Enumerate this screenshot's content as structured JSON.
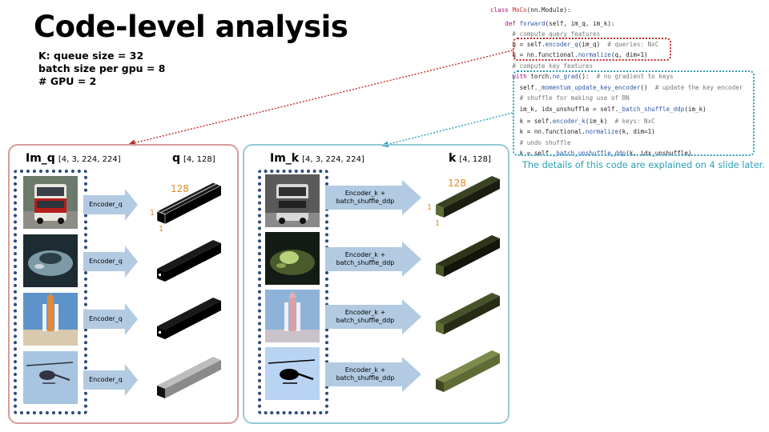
{
  "slide": {
    "title": "Code-level analysis",
    "params": [
      "K: queue size = 32",
      "batch size per gpu = 8",
      "# GPU = 2"
    ]
  },
  "code": {
    "lines": [
      [
        {
          "t": "class ",
          "c": "kw"
        },
        {
          "t": "MoCo",
          "c": "cls"
        },
        {
          "t": "(nn.Module):",
          "c": ""
        }
      ],
      [
        {
          "t": "    def ",
          "c": "kw"
        },
        {
          "t": "forward",
          "c": "fn"
        },
        {
          "t": "(self, im_q, im_k):",
          "c": ""
        }
      ],
      [
        {
          "t": "      # compute query features",
          "c": "cm"
        }
      ],
      [
        {
          "t": "      q = self.",
          "c": ""
        },
        {
          "t": "encoder_q",
          "c": "fn"
        },
        {
          "t": "(im_q)  ",
          "c": ""
        },
        {
          "t": "# queries: NxC",
          "c": "cm"
        }
      ],
      [
        {
          "t": "      q = nn.functional.",
          "c": ""
        },
        {
          "t": "normalize",
          "c": "fn"
        },
        {
          "t": "(q, dim=1)",
          "c": ""
        }
      ],
      [
        {
          "t": "      # compute key features",
          "c": "cm"
        }
      ],
      [
        {
          "t": "      with ",
          "c": "kw"
        },
        {
          "t": "torch.",
          "c": ""
        },
        {
          "t": "no_grad",
          "c": "fn"
        },
        {
          "t": "():  ",
          "c": ""
        },
        {
          "t": "# no gradient to keys",
          "c": "cm"
        }
      ],
      [
        {
          "t": "        self.",
          "c": ""
        },
        {
          "t": "_momentum_update_key_encoder",
          "c": "fn"
        },
        {
          "t": "()  ",
          "c": ""
        },
        {
          "t": "# update the key encoder",
          "c": "cm"
        }
      ],
      [
        {
          "t": "        # shuffle for making use of BN",
          "c": "cm"
        }
      ],
      [
        {
          "t": "        im_k, idx_unshuffle = self.",
          "c": ""
        },
        {
          "t": "_batch_shuffle_ddp",
          "c": "fn"
        },
        {
          "t": "(im_k)",
          "c": ""
        }
      ],
      [
        {
          "t": "        k = self.",
          "c": ""
        },
        {
          "t": "encoder_k",
          "c": "fn"
        },
        {
          "t": "(im_k)  ",
          "c": ""
        },
        {
          "t": "# keys: NxC",
          "c": "cm"
        }
      ],
      [
        {
          "t": "        k = nn.functional.",
          "c": ""
        },
        {
          "t": "normalize",
          "c": "fn"
        },
        {
          "t": "(k, dim=1)",
          "c": ""
        }
      ],
      [
        {
          "t": "        # undo shuffle",
          "c": "cm"
        }
      ],
      [
        {
          "t": "        k = self.",
          "c": ""
        },
        {
          "t": "_batch_unshuffle_ddp",
          "c": "fn"
        },
        {
          "t": "(k, idx_unshuffle)",
          "c": ""
        }
      ]
    ],
    "note": "The details of this code are explained on 4 slide later."
  },
  "query_panel": {
    "input_label": "Im_q",
    "input_shape": "[4, 3, 224, 224]",
    "output_label": "q",
    "output_shape": "[4, 128]",
    "encoder_label": "Encoder_q",
    "dim_length": "128",
    "dim_one_a": "1",
    "dim_one_b": "1"
  },
  "key_panel": {
    "input_label": "Im_k",
    "input_shape": "[4, 3, 224, 224]",
    "output_label": "k",
    "output_shape": "[4, 128]",
    "encoder_label": "Encoder_k +\nbatch_shuffle_ddp",
    "dim_length": "128",
    "dim_one_a": "1",
    "dim_one_b": "1"
  },
  "images": [
    "bus-image",
    "car-image",
    "shuttle-image",
    "helicopter-image"
  ],
  "colors": {
    "red_accent": "#c62828",
    "blue_accent": "#2aa0b8",
    "arrow_fill": "#b3cbe2",
    "orange_dim": "#e08a2a",
    "q_cube_dark": "#111111",
    "q_cube_gray": "#bdbdbd",
    "k_cube_green": "#5f6b35"
  }
}
